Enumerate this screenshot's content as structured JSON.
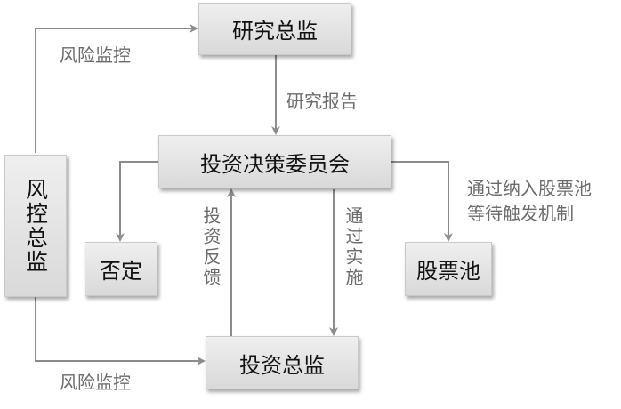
{
  "nodes": {
    "research_director": "研究总监",
    "committee": "投资决策委员会",
    "reject": "否定",
    "stock_pool": "股票池",
    "investment_director": "投资总监",
    "risk_director": "风控总监"
  },
  "edges": {
    "risk_monitor_top": "风险监控",
    "research_report": "研究报告",
    "investment_feedback": "投资反馈",
    "approve_implement": "通过实施",
    "pool_note_line1": "通过纳入股票池",
    "pool_note_line2": "等待触发机制",
    "risk_monitor_bottom": "风险监控"
  },
  "colors": {
    "arrow": "#8c8c8c",
    "label_text": "#6b6b6b",
    "box_text": "#111111"
  }
}
